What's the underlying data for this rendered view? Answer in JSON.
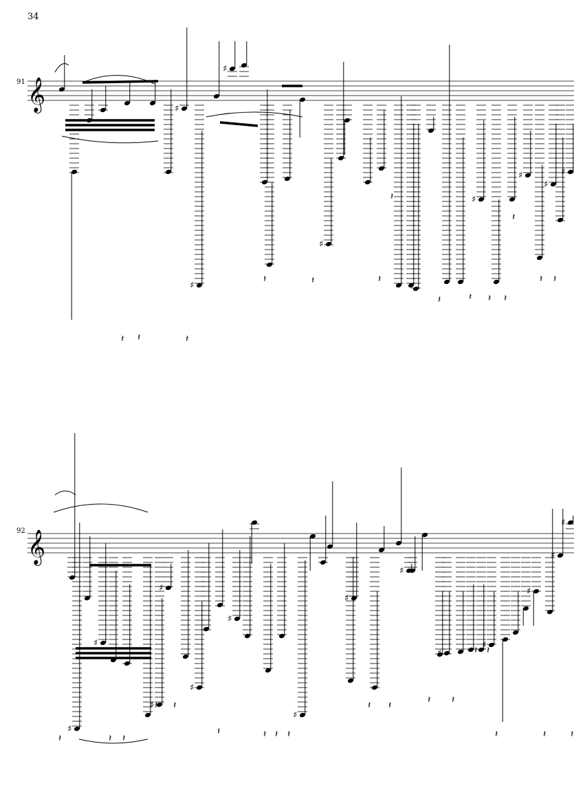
{
  "page_number": "34",
  "systems": [
    {
      "measure_number": "91"
    },
    {
      "measure_number": "92"
    }
  ]
}
